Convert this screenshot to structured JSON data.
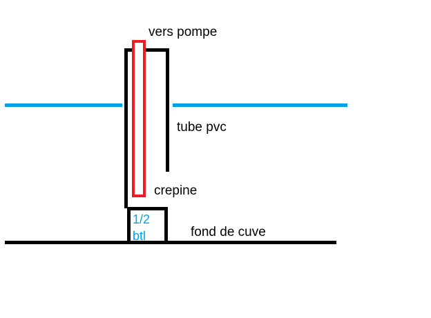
{
  "diagram": {
    "title": "pump intake sketch",
    "colors": {
      "line_black": "#000000",
      "tube_red": "#ed1c24",
      "water_blue": "#00a2e8"
    },
    "labels": {
      "vers_pompe": "vers pompe",
      "tube_pvc": "tube pvc",
      "crepine": "crepine",
      "fond_de_cuve": "fond de cuve"
    },
    "box": {
      "line1": "1/2",
      "line2": "btl",
      "text": "1/2\nbtl"
    },
    "shapes": {
      "water_line": "horizontal blue water level line interrupted by the tube",
      "pvc_tube": "black open-bottom tube outline",
      "red_pipe": "red suction pipe from crepine up to pump",
      "bottle_box": "small black box (half bottle) under the tube",
      "ground_line": "horizontal black tank-bottom line"
    }
  }
}
